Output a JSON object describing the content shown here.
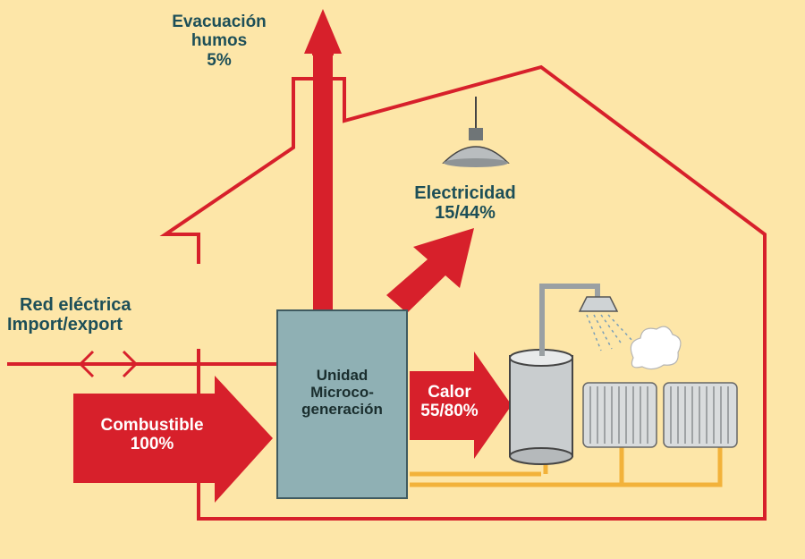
{
  "labels": {
    "exhaust": {
      "line1": "Evacuación",
      "line2": "humos",
      "line3": "5%"
    },
    "electricity": {
      "line1": "Electricidad",
      "line2": "15/44%"
    },
    "grid": {
      "line1": "Red eléctrica",
      "line2": "Import/export"
    },
    "fuel": {
      "line1": "Combustible",
      "line2": "100%"
    },
    "unit": {
      "line1": "Unidad",
      "line2": "Microco-",
      "line3": "generación"
    },
    "heat": {
      "line1": "Calor",
      "line2": "55/80%"
    }
  },
  "colors": {
    "background": "#fde6a8",
    "flow_red": "#d7202b",
    "unit_box": "#8fb0b4",
    "pipe": "#f2b23a",
    "text_teal": "#1d4f58"
  }
}
